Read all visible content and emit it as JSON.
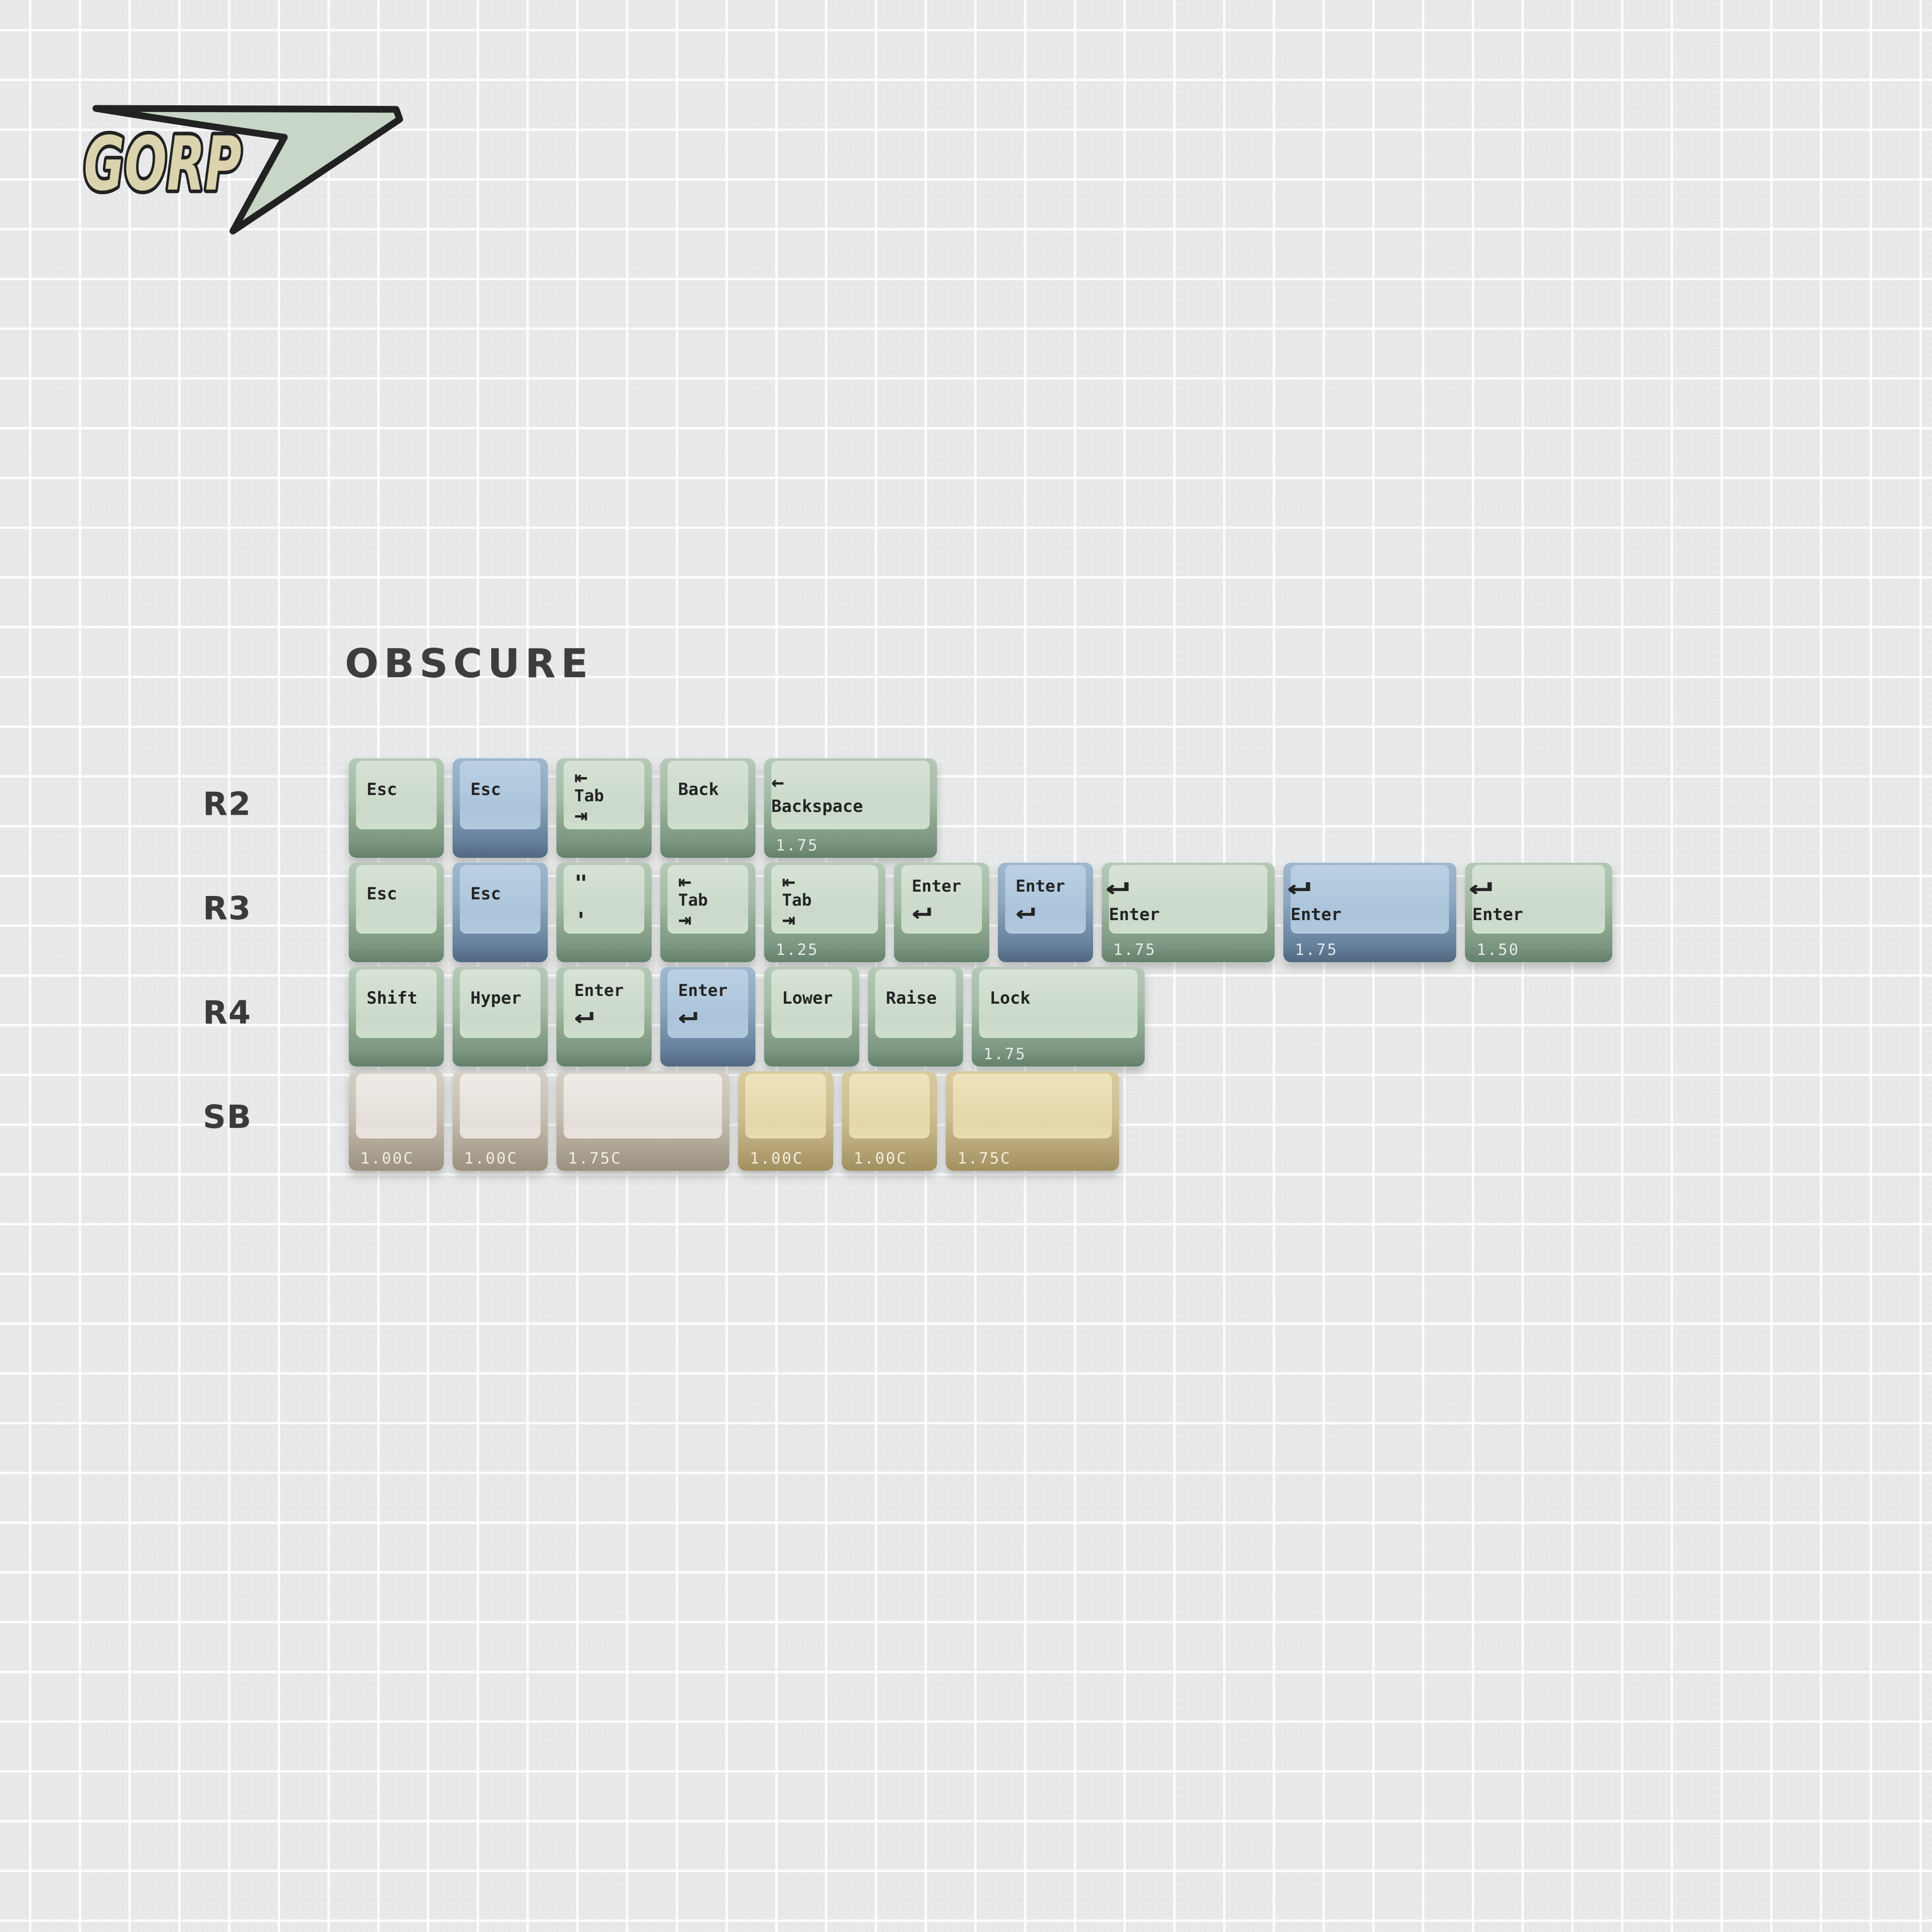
{
  "logo": {
    "text": "GORP"
  },
  "title": "OBSCURE",
  "palette": {
    "background": "#e7e8e9",
    "grid_line": "#ffffff",
    "mint_top": "#cdd9cb",
    "mint_side": "#7b9681",
    "blue_top": "#afc6db",
    "blue_side": "#64809a",
    "cream_top": "#e8e4de",
    "cream_side": "#b2a899",
    "beige_top": "#e7dcb2",
    "beige_side": "#bba97b",
    "legend": "#242424",
    "label_text": "#3a3a3a",
    "logo_fill": "#dbd3ad",
    "logo_swoosh": "#c7d6c6",
    "logo_outline": "#212221"
  },
  "rows": [
    {
      "label": "R2",
      "keys": [
        {
          "name": "r2-esc-mint",
          "color": "mint",
          "size": 1,
          "offset": 0,
          "layout": "tl",
          "legend": {
            "main": "Esc"
          },
          "front": ""
        },
        {
          "name": "r2-esc-blue",
          "color": "blue",
          "size": 1,
          "offset": 1,
          "layout": "tl",
          "legend": {
            "main": "Esc"
          },
          "front": ""
        },
        {
          "name": "r2-tab",
          "color": "mint",
          "size": 1,
          "offset": 2,
          "layout": "tab",
          "legend": {
            "top": "⇤",
            "main": "Tab",
            "bottom": "⇥"
          },
          "front": ""
        },
        {
          "name": "r2-back",
          "color": "mint",
          "size": 1,
          "offset": 3,
          "layout": "tl",
          "legend": {
            "main": "Back"
          },
          "front": ""
        },
        {
          "name": "r2-backspace",
          "color": "mint",
          "size": 1.75,
          "offset": 4,
          "layout": "backspace-wide",
          "legend": {
            "glyph": "←",
            "main": "Backspace"
          },
          "front": "1.75"
        }
      ]
    },
    {
      "label": "R3",
      "keys": [
        {
          "name": "r3-esc-mint",
          "color": "mint",
          "size": 1,
          "offset": 0,
          "layout": "tl",
          "legend": {
            "main": "Esc"
          },
          "front": ""
        },
        {
          "name": "r3-esc-blue",
          "color": "blue",
          "size": 1,
          "offset": 1,
          "layout": "tl",
          "legend": {
            "main": "Esc"
          },
          "front": ""
        },
        {
          "name": "r3-quote",
          "color": "mint",
          "size": 1,
          "offset": 2,
          "layout": "quote",
          "legend": {
            "top": "\"",
            "bottom": "'"
          },
          "front": ""
        },
        {
          "name": "r3-tab-1u",
          "color": "mint",
          "size": 1,
          "offset": 3,
          "layout": "tab",
          "legend": {
            "top": "⇤",
            "main": "Tab",
            "bottom": "⇥"
          },
          "front": ""
        },
        {
          "name": "r3-tab-125",
          "color": "mint",
          "size": 1.25,
          "offset": 4,
          "layout": "tab",
          "legend": {
            "top": "⇤",
            "main": "Tab",
            "bottom": "⇥"
          },
          "front": "1.25"
        },
        {
          "name": "r3-enter-mint-1u",
          "color": "mint",
          "size": 1,
          "offset": 5.25,
          "layout": "enter",
          "legend": {
            "main": "Enter",
            "glyph": "↵"
          },
          "front": ""
        },
        {
          "name": "r3-enter-blue-1u",
          "color": "blue",
          "size": 1,
          "offset": 6.25,
          "layout": "enter",
          "legend": {
            "main": "Enter",
            "glyph": "↵"
          },
          "front": ""
        },
        {
          "name": "r3-enter-mint-175",
          "color": "mint",
          "size": 1.75,
          "offset": 7.25,
          "layout": "return-wide",
          "legend": {
            "glyph": "↵",
            "main": "Enter"
          },
          "front": "1.75"
        },
        {
          "name": "r3-enter-blue-175",
          "color": "blue",
          "size": 1.75,
          "offset": 9,
          "layout": "return-wide",
          "legend": {
            "glyph": "↵",
            "main": "Enter"
          },
          "front": "1.75"
        },
        {
          "name": "r3-enter-mint-150",
          "color": "mint",
          "size": 1.5,
          "offset": 10.75,
          "layout": "return-wide",
          "legend": {
            "glyph": "↵",
            "main": "Enter"
          },
          "front": "1.50"
        }
      ]
    },
    {
      "label": "R4",
      "keys": [
        {
          "name": "r4-shift",
          "color": "mint",
          "size": 1,
          "offset": 0,
          "layout": "tl",
          "legend": {
            "main": "Shift"
          },
          "front": ""
        },
        {
          "name": "r4-hyper",
          "color": "mint",
          "size": 1,
          "offset": 1,
          "layout": "tl",
          "legend": {
            "main": "Hyper"
          },
          "front": ""
        },
        {
          "name": "r4-enter-mint-1u",
          "color": "mint",
          "size": 1,
          "offset": 2,
          "layout": "enter",
          "legend": {
            "main": "Enter",
            "glyph": "↵"
          },
          "front": ""
        },
        {
          "name": "r4-enter-blue-1u",
          "color": "blue",
          "size": 1,
          "offset": 3,
          "layout": "enter",
          "legend": {
            "main": "Enter",
            "glyph": "↵"
          },
          "front": ""
        },
        {
          "name": "r4-lower",
          "color": "mint",
          "size": 1,
          "offset": 4,
          "layout": "tl",
          "legend": {
            "main": "Lower"
          },
          "front": ""
        },
        {
          "name": "r4-raise",
          "color": "mint",
          "size": 1,
          "offset": 5,
          "layout": "tl",
          "legend": {
            "main": "Raise"
          },
          "front": ""
        },
        {
          "name": "r4-lock",
          "color": "mint",
          "size": 1.75,
          "offset": 6,
          "layout": "tl",
          "legend": {
            "main": "Lock"
          },
          "front": "1.75"
        }
      ]
    },
    {
      "label": "SB",
      "keys": [
        {
          "name": "sb-cream-100-a",
          "color": "cream",
          "size": 1,
          "offset": 0,
          "layout": "none",
          "legend": {},
          "front": "1.00C"
        },
        {
          "name": "sb-cream-100-b",
          "color": "cream",
          "size": 1,
          "offset": 1,
          "layout": "none",
          "legend": {},
          "front": "1.00C"
        },
        {
          "name": "sb-cream-175",
          "color": "cream",
          "size": 1.75,
          "offset": 2,
          "layout": "none",
          "legend": {},
          "front": "1.75C"
        },
        {
          "name": "sb-beige-100-a",
          "color": "beige",
          "size": 1,
          "offset": 3.75,
          "layout": "none",
          "legend": {},
          "front": "1.00C"
        },
        {
          "name": "sb-beige-100-b",
          "color": "beige",
          "size": 1,
          "offset": 4.75,
          "layout": "none",
          "legend": {},
          "front": "1.00C"
        },
        {
          "name": "sb-beige-175",
          "color": "beige",
          "size": 1.75,
          "offset": 5.75,
          "layout": "none",
          "legend": {},
          "front": "1.75C"
        }
      ]
    }
  ]
}
